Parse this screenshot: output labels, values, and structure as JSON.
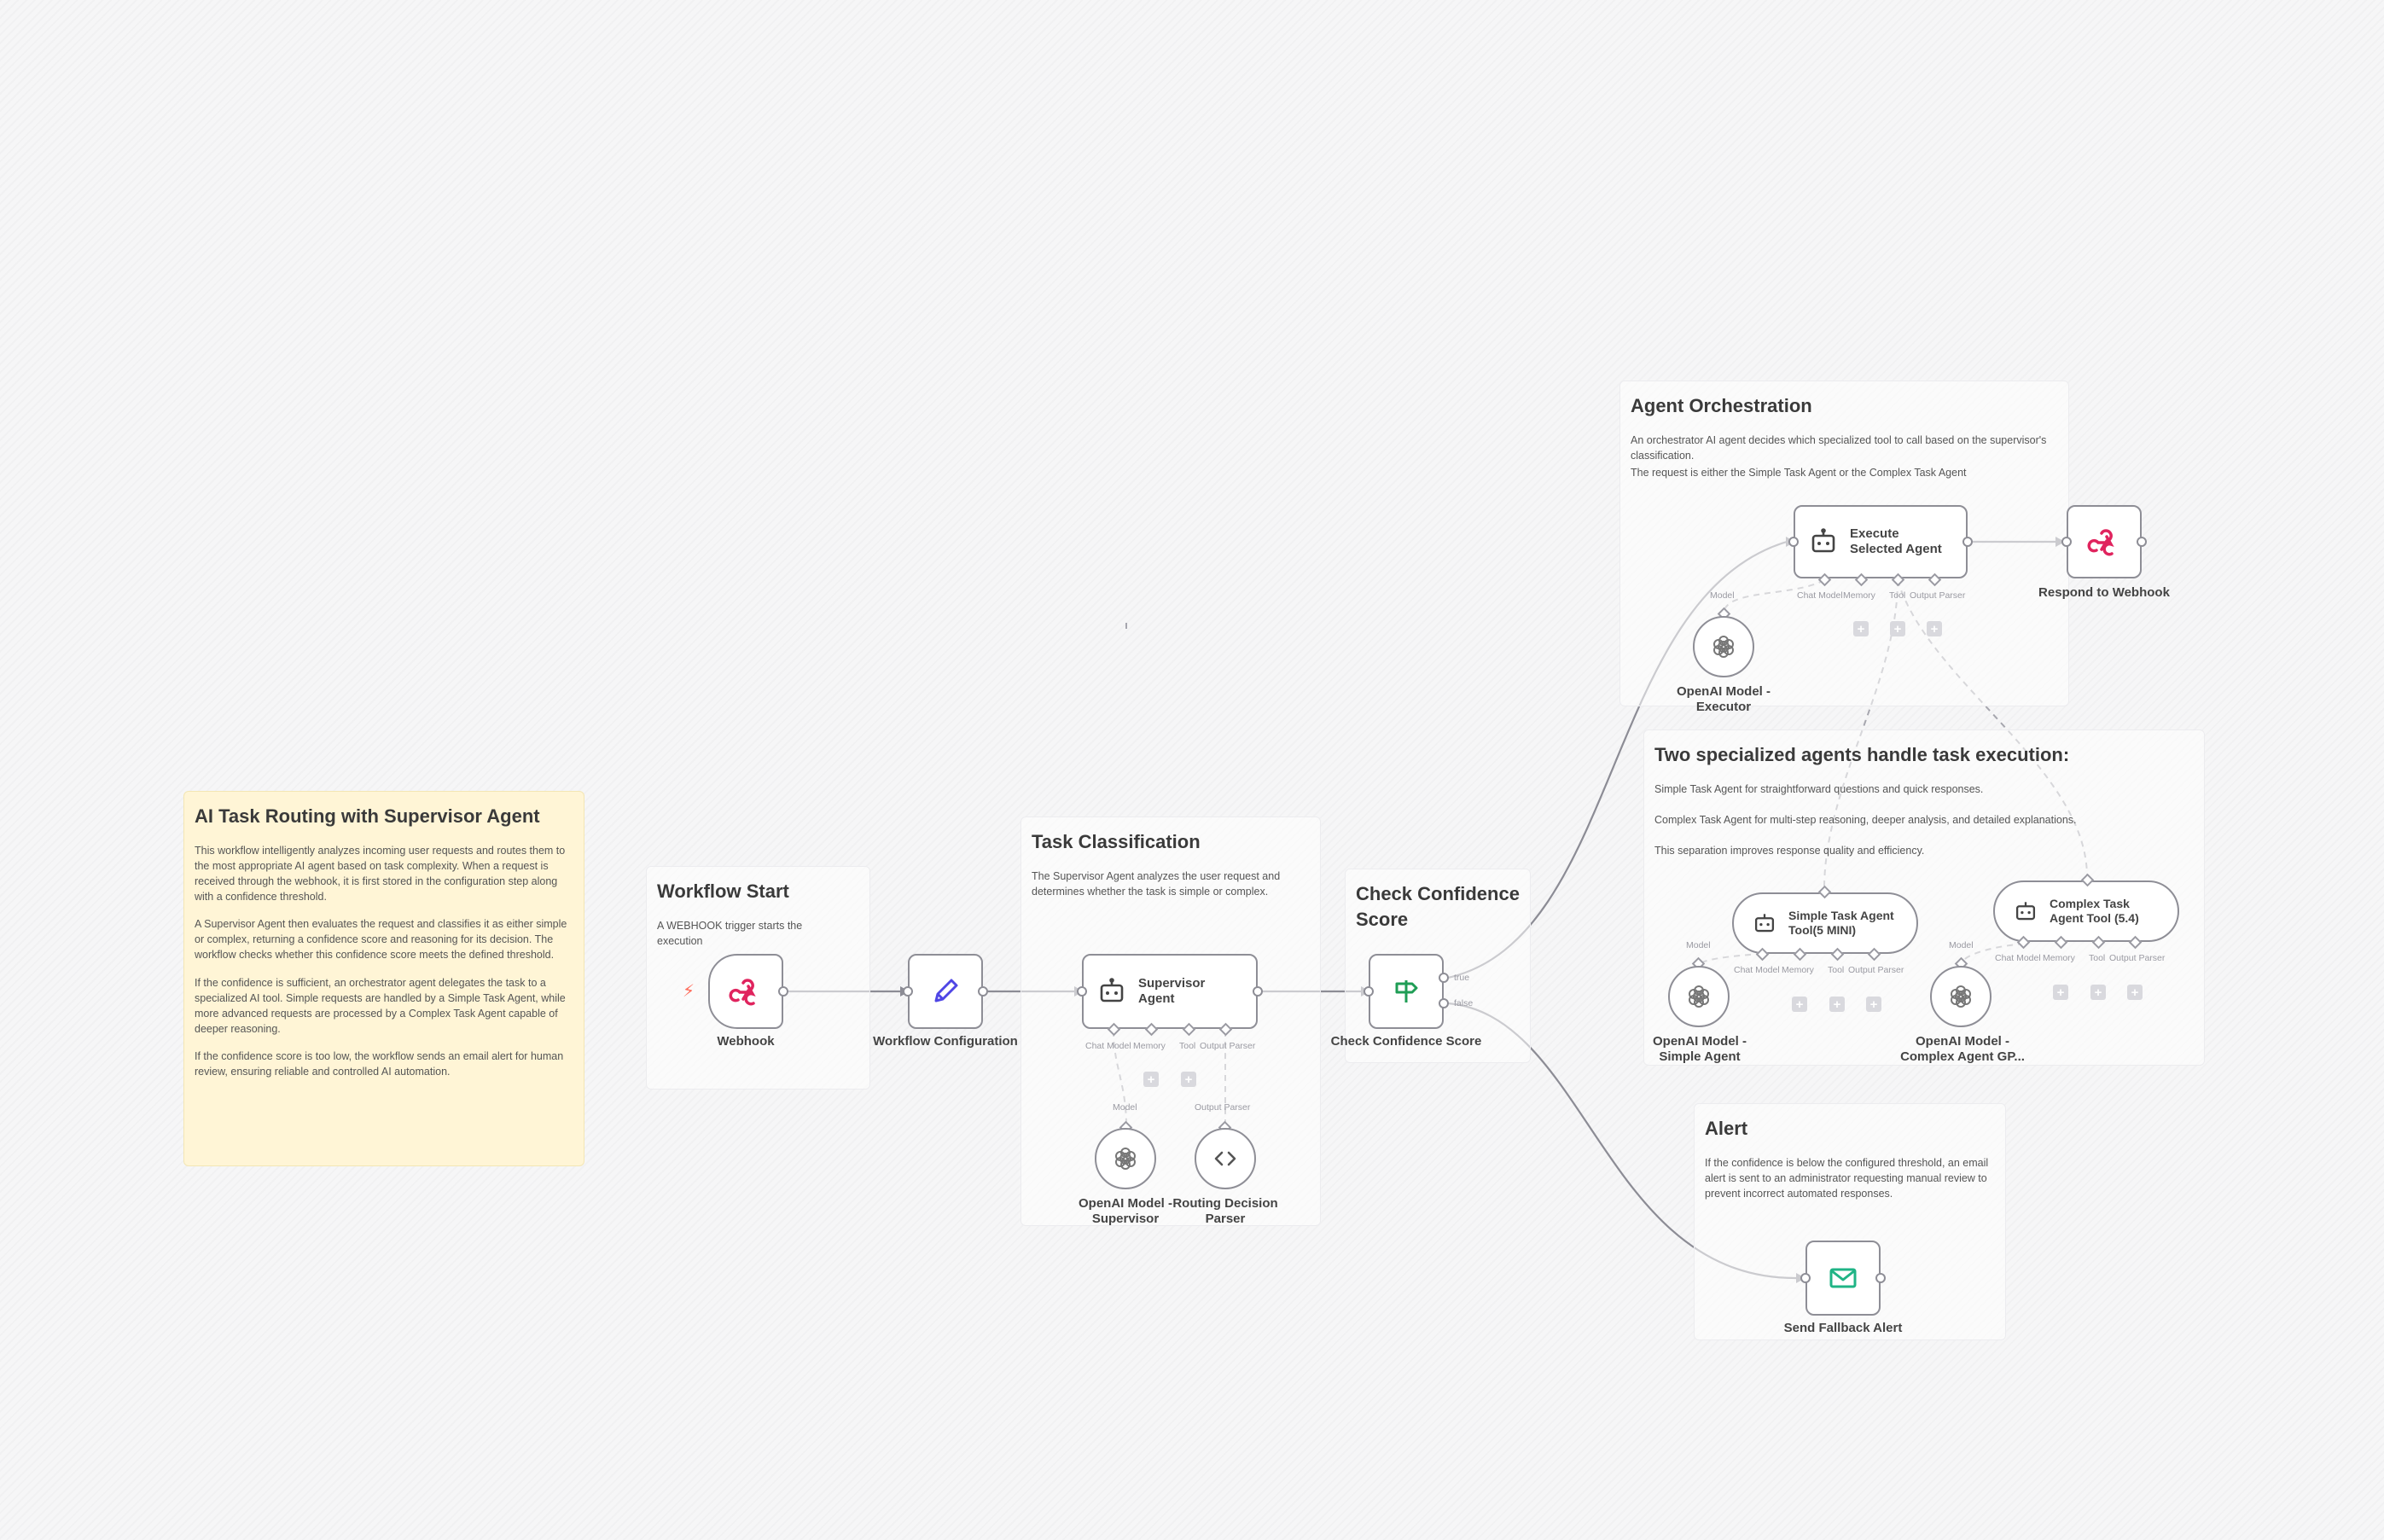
{
  "colors": {
    "note_yellow": "#fff5d6",
    "node_border": "#8e8e96",
    "webhook_icon": "#e0245e",
    "config_icon": "#4f46e5",
    "if_icon": "#1f9d55",
    "mail_icon": "#20b486",
    "trigger_bolt": "#ff6b5a"
  },
  "icons": {
    "webhook": "webhook-icon",
    "config": "pencil-icon",
    "agent": "robot-icon",
    "openai": "openai-icon",
    "parser": "code-brackets-icon",
    "if": "signpost-icon",
    "mail": "mail-icon",
    "trigger": "lightning-icon"
  },
  "notes": {
    "main": {
      "title": "AI Task Routing with Supervisor Agent",
      "paragraphs": [
        "This workflow intelligently analyzes incoming user requests and routes them to the most appropriate AI agent based on task complexity. When a request is received through the webhook, it is first stored in the configuration step along with a confidence threshold.",
        "A Supervisor Agent then evaluates the request and classifies it as either simple or complex, returning a confidence score and reasoning for its decision. The workflow checks whether this confidence score meets the defined threshold.",
        "If the confidence is sufficient, an orchestrator agent delegates the task to a specialized AI tool. Simple requests are handled by a Simple Task Agent, while more advanced requests are processed by a Complex Task Agent capable of deeper reasoning.",
        "If the confidence score is too low, the workflow sends an email alert for human review, ensuring reliable and controlled AI automation."
      ]
    },
    "workflow_start": {
      "title": "Workflow Start",
      "text": "A WEBHOOK trigger starts the execution"
    },
    "task_classification": {
      "title": "Task Classification",
      "text": "The Supervisor Agent analyzes the user request and determines whether the task is simple or complex."
    },
    "check_confidence": {
      "title": "Check Confidence Score",
      "text": ""
    },
    "agent_orchestration": {
      "title": "Agent Orchestration",
      "text1": "An orchestrator AI agent decides which specialized tool to call based on the supervisor's classification.",
      "text2": "The request is either the Simple Task Agent or the Complex Task Agent"
    },
    "specialized": {
      "title": "Two specialized agents handle task execution:",
      "line1": "Simple Task Agent for straightforward questions and quick responses.",
      "line2": "Complex Task Agent for multi-step reasoning, deeper analysis, and detailed explanations.",
      "line3": "This separation improves response quality and efficiency."
    },
    "alert": {
      "title": "Alert",
      "text": "If the confidence is below the configured threshold, an email alert is sent to an administrator requesting manual review to prevent incorrect automated responses."
    }
  },
  "nodes": {
    "webhook": {
      "label": "Webhook"
    },
    "config": {
      "label": "Workflow Configuration"
    },
    "supervisor": {
      "label1": "Supervisor",
      "label2": "Agent"
    },
    "model_supervisor": {
      "label1": "OpenAI Model -",
      "label2": "Supervisor"
    },
    "parser": {
      "label1": "Routing Decision",
      "label2": "Parser"
    },
    "check": {
      "label": "Check Confidence Score",
      "true_label": "true",
      "false_label": "false"
    },
    "execute": {
      "label1": "Execute",
      "label2": "Selected Agent"
    },
    "model_executor": {
      "label1": "OpenAI Model -",
      "label2": "Executor"
    },
    "respond": {
      "label": "Respond to Webhook"
    },
    "simple_tool": {
      "label1": "Simple Task Agent",
      "label2": "Tool(5 MINI)"
    },
    "model_simple": {
      "label1": "OpenAI Model -",
      "label2": "Simple Agent"
    },
    "complex_tool": {
      "label1": "Complex Task",
      "label2": "Agent Tool (5.4)"
    },
    "model_complex": {
      "label1": "OpenAI Model -",
      "label2": "Complex Agent GP..."
    },
    "fallback": {
      "label": "Send Fallback Alert"
    }
  },
  "ports": {
    "chat_model": "Chat Model",
    "memory": "Memory",
    "tool": "Tool",
    "output_parser": "Output Parser",
    "model": "Model"
  }
}
